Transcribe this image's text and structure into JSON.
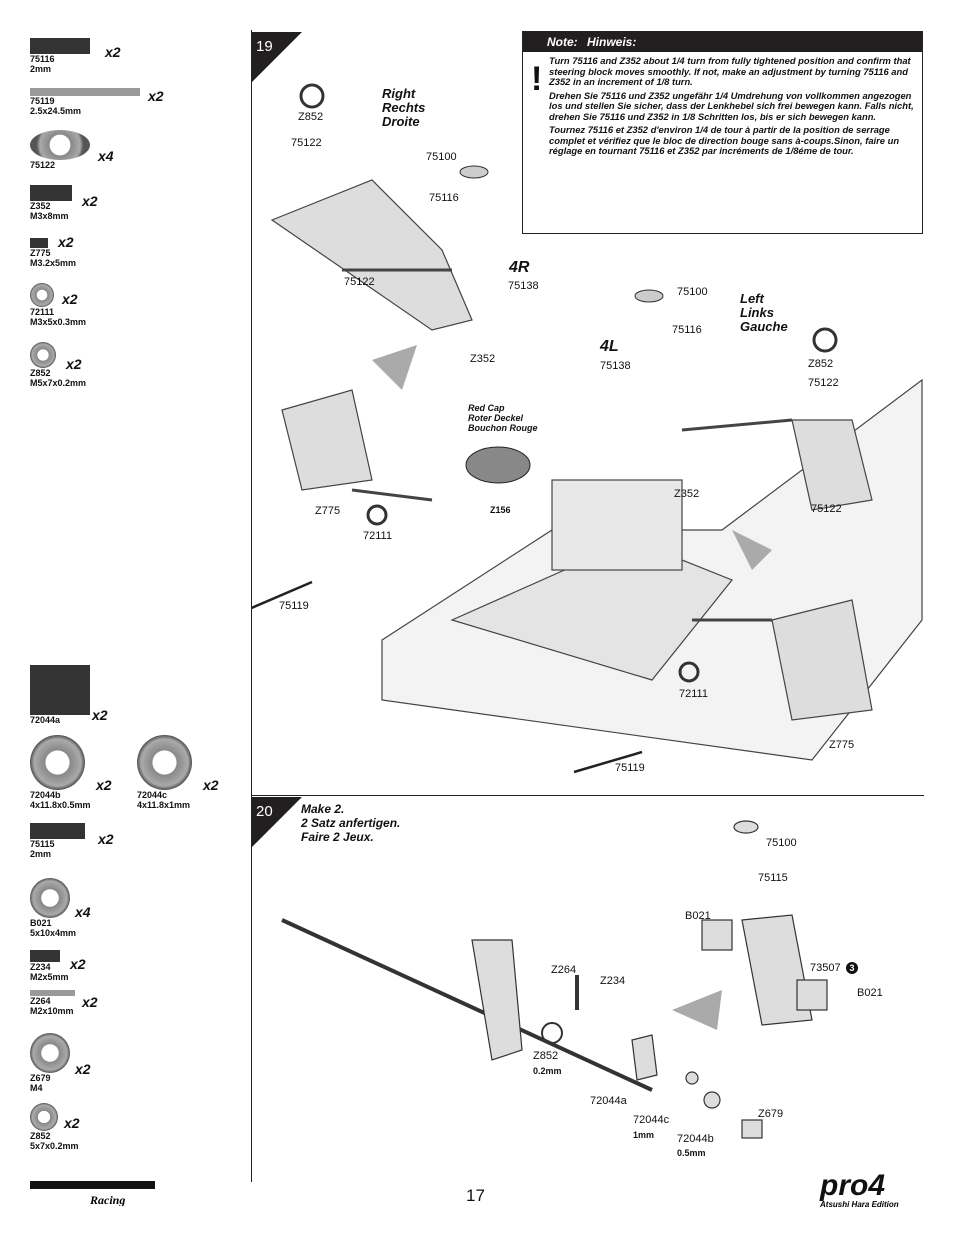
{
  "parts_list": [
    {
      "code": "75116",
      "size": "2mm",
      "qty": "x2",
      "icon": "ball-stud-icon"
    },
    {
      "code": "75119",
      "size": "2.5x24.5mm",
      "qty": "x2",
      "icon": "pin-icon"
    },
    {
      "code": "75122",
      "size": "",
      "qty": "x4",
      "icon": "bushing-icon"
    },
    {
      "code": "Z352",
      "size": "M3x8mm",
      "qty": "x2",
      "icon": "button-screw-icon"
    },
    {
      "code": "Z775",
      "size": "M3.2x5mm",
      "qty": "x2",
      "icon": "set-screw-icon"
    },
    {
      "code": "72111",
      "size": "M3x5x0.3mm",
      "qty": "x2",
      "icon": "washer-icon"
    },
    {
      "code": "Z852",
      "size": "M5x7x0.2mm",
      "qty": "x2",
      "icon": "shim-icon"
    },
    {
      "code": "72044a",
      "size": "",
      "qty": "x2",
      "icon": "hex-hub-icon"
    },
    {
      "code": "72044b",
      "size": "4x11.8x0.5mm",
      "qty": "x2",
      "icon": "washer-icon"
    },
    {
      "code": "72044c",
      "size": "4x11.8x1mm",
      "qty": "x2",
      "icon": "washer-icon"
    },
    {
      "code": "75115",
      "size": "2mm",
      "qty": "x2",
      "icon": "ball-stud-icon"
    },
    {
      "code": "B021",
      "size": "5x10x4mm",
      "qty": "x4",
      "icon": "bearing-icon"
    },
    {
      "code": "Z234",
      "size": "M2x5mm",
      "qty": "x2",
      "icon": "cap-screw-icon"
    },
    {
      "code": "Z264",
      "size": "M2x10mm",
      "qty": "x2",
      "icon": "pin-icon"
    },
    {
      "code": "Z679",
      "size": "M4",
      "qty": "x2",
      "icon": "lock-nut-icon"
    },
    {
      "code": "Z852",
      "size": "5x7x0.2mm",
      "qty": "x2",
      "icon": "shim-icon"
    }
  ],
  "note": {
    "title": "Note:   Hinweis:",
    "en": "Turn 75116 and Z352 about 1/4 turn from fully tightened position and confirm that steering block moves smoothly. If not, make an adjustment by turning 75116 and Z352 in an increment of 1/8 turn.",
    "de": "Drehen Sie 75116 und Z352 ungefähr 1/4 Umdrehung von vollkommen angezogen los und stellen Sie sicher, dass der Lenkhebel sich frei bewegen kann. Falls nicht, drehen Sie 75116 und Z352 in 1/8 Schritten los, bis er sich bewegen kann.",
    "fr": "Tournez 75116 et Z352 d'environ 1/4 de tour à partir de la position de serrage complet et vérifiez que le bloc de direction bouge sans à-coups.Sinon, faire un réglage en tournant 75116 et Z352 par incréments de 1/8éme de tour."
  },
  "step19": {
    "number": "19",
    "right_label": [
      "Right",
      "Rechts",
      "Droite"
    ],
    "left_label": [
      "Left",
      "Links",
      "Gauche"
    ],
    "side_r": "4R",
    "side_l": "4L",
    "red_cap": [
      "Red Cap",
      "Roter Deckel",
      "Bouchon Rouge"
    ],
    "labels": [
      "Z852",
      "75122",
      "75100",
      "75116",
      "75138",
      "75122",
      "Z352",
      "Z156",
      "Z775",
      "72111",
      "75119",
      "75100",
      "75116",
      "75138",
      "Z852",
      "75122",
      "Z352",
      "75122",
      "72111",
      "Z775",
      "75119"
    ]
  },
  "step20": {
    "number": "20",
    "instruction": [
      "Make 2.",
      "2 Satz anfertigen.",
      "Faire 2 Jeux."
    ],
    "labels": [
      "75100",
      "75115",
      "B021",
      "73507",
      "B021",
      "Z264",
      "Z234",
      "Z852",
      "0.2mm",
      "72044a",
      "72044c",
      "1mm",
      "72044b",
      "0.5mm",
      "Z679"
    ],
    "circled": "3"
  },
  "footer": {
    "page_number": "17",
    "brand_logo": "HPI RACING",
    "product_logo": "pro4",
    "product_sub": "Atsushi Hara Edition"
  }
}
